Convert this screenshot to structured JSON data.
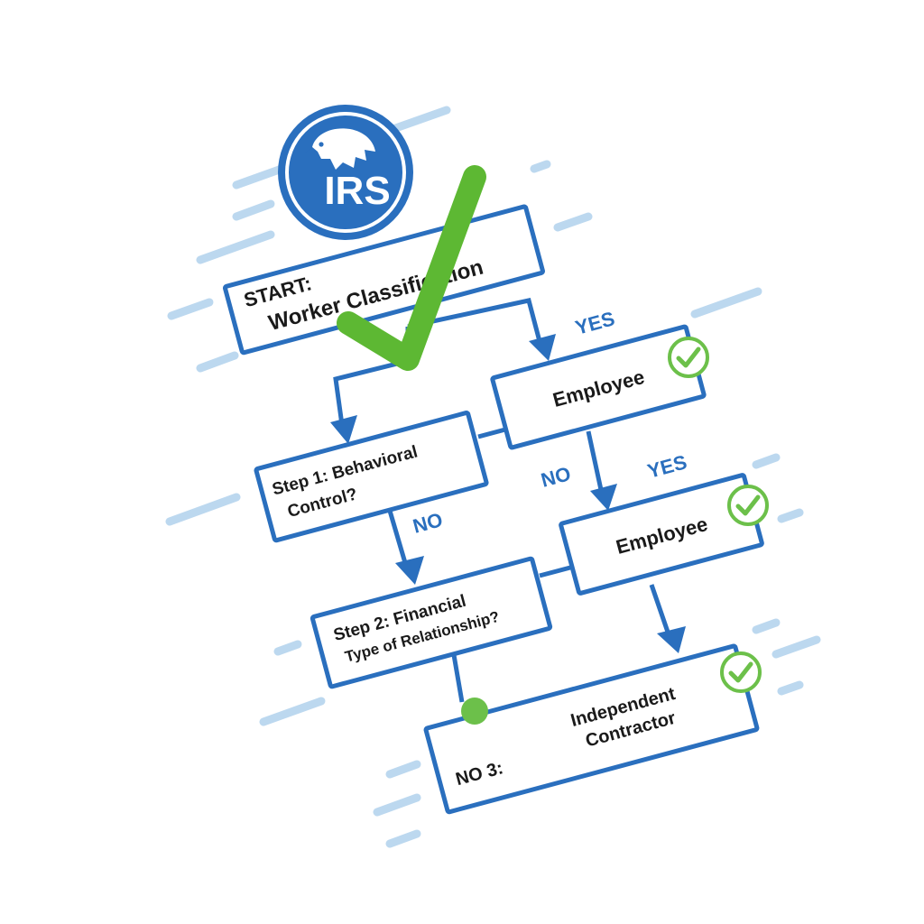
{
  "logo": {
    "text": "IRS",
    "colors": {
      "primary": "#2a6fbe",
      "ring": "#ffffff"
    }
  },
  "nodes": {
    "start": {
      "line1": "START:",
      "line2": "Worker Classification"
    },
    "employee_1": {
      "label": "Employee"
    },
    "step1": {
      "line1": "Step 1: Behavioral",
      "line2": "Control?"
    },
    "employee_2": {
      "label": "Employee"
    },
    "step2": {
      "line1": "Step 2: Financial",
      "line2": "Type of Relationship?"
    },
    "final": {
      "prefix": "NO 3:",
      "line1": "Independent",
      "line2": "Contractor"
    }
  },
  "edge_labels": {
    "yes_1": "YES",
    "no_1": "NO",
    "yes_2": "YES",
    "no_2": "NO"
  },
  "icons": [
    "eagle-icon",
    "big-checkmark-icon",
    "check-circle-icon"
  ],
  "colors": {
    "accent": "#2a6fbe",
    "check": "#6cc04a",
    "streak": "#bcd8ef",
    "text": "#1a1a1a"
  }
}
